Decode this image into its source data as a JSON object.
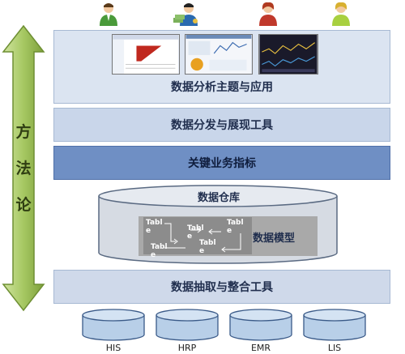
{
  "method": {
    "chars": [
      "方",
      "法",
      "论"
    ]
  },
  "layers": {
    "apps": "数据分析主题与应用",
    "distribution": "数据分发与展现工具",
    "kpi": "关键业务指标",
    "etl": "数据抽取与整合工具"
  },
  "warehouse": {
    "title": "数据仓库",
    "model_label": "数据模型",
    "tables": [
      [
        "Tabl",
        "e"
      ],
      [
        "Tabl",
        "e"
      ],
      [
        "Tabl",
        "e"
      ],
      [
        "Tabl",
        "e"
      ],
      [
        "Tabl",
        "e"
      ]
    ]
  },
  "sources": [
    "HIS",
    "HRP",
    "EMR",
    "LIS"
  ],
  "colors": {
    "arrow": "#8db24a",
    "kpi": "#6f8fc4",
    "cylinder": "#b8cfe8"
  },
  "icons": [
    "user-male-icon",
    "user-with-money-icon",
    "user-female-icon",
    "user-female-icon"
  ]
}
